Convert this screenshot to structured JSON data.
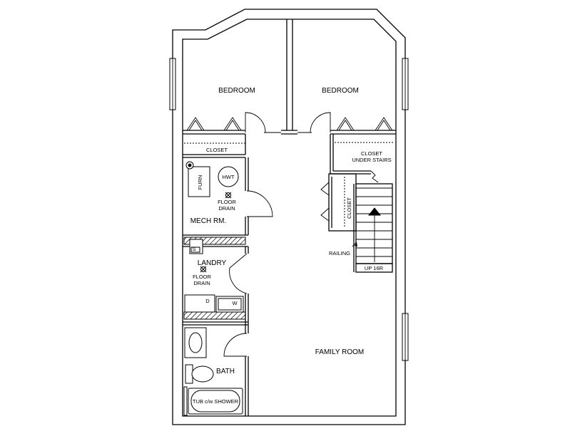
{
  "labels": {
    "bedroom_left": "BEDROOM",
    "bedroom_right": "BEDROOM",
    "closet_left": "CLOSET",
    "closet_under_stairs_1": "CLOSET",
    "closet_under_stairs_2": "UNDER STAIRS",
    "closet_vertical": "CLOSET",
    "furn": "FURN",
    "hwt": "HWT",
    "floor_drain_mech_1": "FLOOR",
    "floor_drain_mech_2": "DRAIN",
    "mech_room": "MECH RM.",
    "sink": "S",
    "laundry": "LANDRY",
    "floor_drain_laundry_1": "FLOOR",
    "floor_drain_laundry_2": "DRAIN",
    "dryer": "D",
    "washer": "W",
    "railing": "RAILING",
    "stairs_up": "UP 16R",
    "family_room": "FAMILY ROOM",
    "bath": "BATH",
    "tub": "TUB c/w SHOWER"
  }
}
